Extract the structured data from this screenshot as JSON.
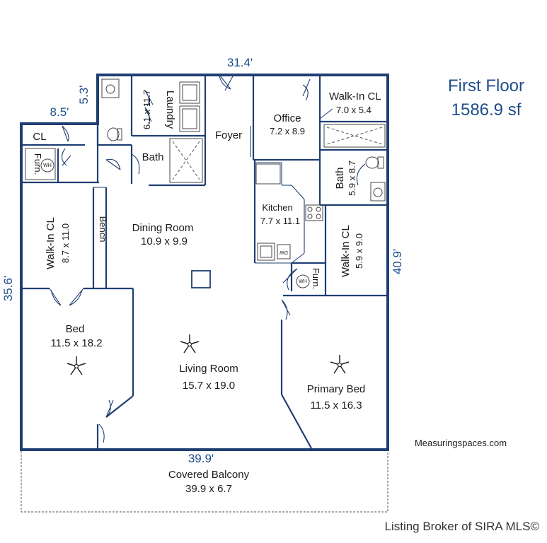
{
  "floor": {
    "title": "First Floor",
    "area": "1586.9 sf"
  },
  "dimensions": {
    "top": "31.4'",
    "left_step_w": "8.5'",
    "left_step_h": "5.3'",
    "left": "35.6'",
    "right": "40.9'",
    "bottom": "39.9'"
  },
  "rooms": [
    {
      "name": "Walk-In CL",
      "size": "7.0 x 5.4"
    },
    {
      "name": "Office",
      "size": "7.2 x 8.9"
    },
    {
      "name": "Laundry",
      "size": "6.1 x 11.7"
    },
    {
      "name": "Foyer"
    },
    {
      "name": "Bath"
    },
    {
      "name": "CL"
    },
    {
      "name": "Furn."
    },
    {
      "name": "Bath",
      "size": "5.9 x 8.7"
    },
    {
      "name": "Kitchen",
      "size": "7.7 x 11.1"
    },
    {
      "name": "Dining Room",
      "size": "10.9 x 9.9"
    },
    {
      "name": "Walk-In CL",
      "size": "8.7 x 11.0"
    },
    {
      "name": "Bench"
    },
    {
      "name": "Walk-In CL",
      "size": "5.9 x 9.0"
    },
    {
      "name": "Furn."
    },
    {
      "name": "Bed",
      "size": "11.5 x 18.2"
    },
    {
      "name": "Living Room",
      "size": "15.7 x 19.0"
    },
    {
      "name": "Primary Bed",
      "size": "11.5 x 16.3"
    },
    {
      "name": "Covered Balcony",
      "size": "39.9 x 6.7"
    }
  ],
  "fixtures": {
    "water_heater": "WH",
    "dishwasher": "DW"
  },
  "credit": "Measuringspaces.com",
  "watermark": "Listing Broker of SIRA MLS©"
}
